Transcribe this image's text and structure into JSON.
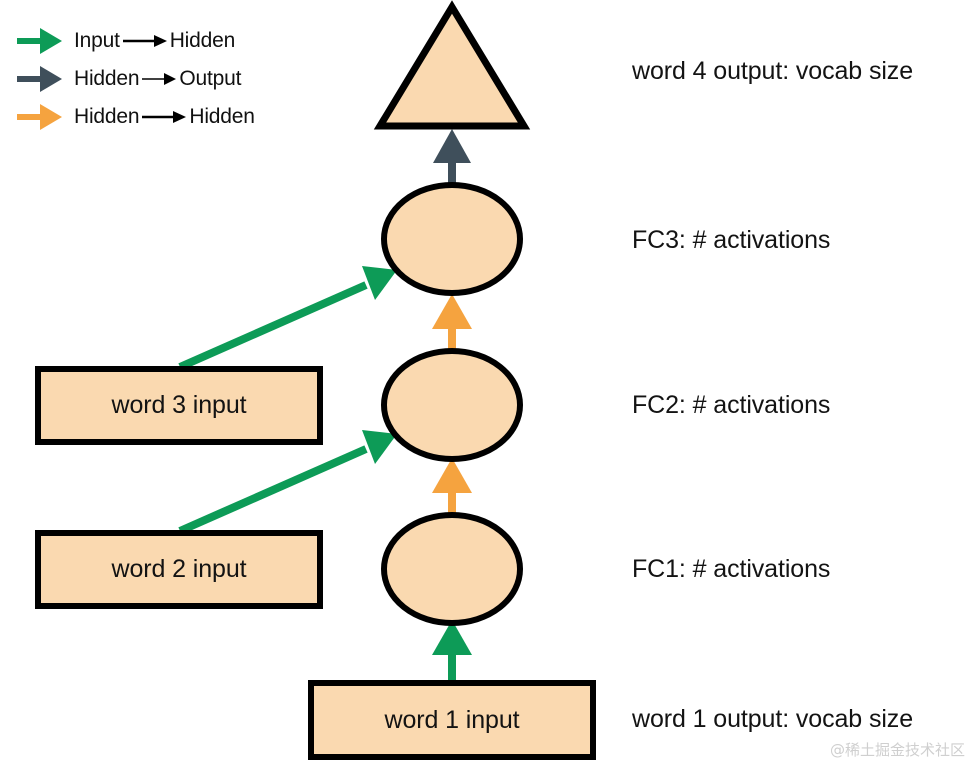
{
  "colors": {
    "input_to_hidden": "#0d9b57",
    "hidden_to_output": "#3f4f5b",
    "hidden_to_hidden": "#f5a33f",
    "node_fill": "#fad9b0",
    "node_stroke": "#000000",
    "text": "#131313",
    "background": "#ffffff",
    "watermark": "#cfcfcf"
  },
  "legend": {
    "items": [
      {
        "id": "input-to-hidden",
        "from": "Input",
        "to": "Hidden",
        "color_key": "input_to_hidden",
        "arrow_icon": "green-arrow-icon"
      },
      {
        "id": "hidden-to-output",
        "from": "Hidden",
        "to": "Output",
        "color_key": "hidden_to_output",
        "arrow_icon": "slate-arrow-icon"
      },
      {
        "id": "hidden-to-hidden",
        "from": "Hidden",
        "to": "Hidden",
        "color_key": "hidden_to_hidden",
        "arrow_icon": "orange-arrow-icon"
      }
    ]
  },
  "nodes": {
    "output_triangle": {
      "shape": "triangle",
      "label": "word 4 output: vocab size"
    },
    "fc3": {
      "shape": "ellipse",
      "label": "FC3: # activations"
    },
    "fc2": {
      "shape": "ellipse",
      "label": "FC2: # activations"
    },
    "fc1": {
      "shape": "ellipse",
      "label": "FC1: # activations"
    },
    "word3_input": {
      "shape": "rect",
      "label": "word 3 input"
    },
    "word2_input": {
      "shape": "rect",
      "label": "word 2 input"
    },
    "word1_input": {
      "shape": "rect",
      "label": "word 1 input"
    },
    "word1_output": {
      "shape": "label",
      "label": "word 1 output: vocab size"
    }
  },
  "edges": [
    {
      "id": "word1-to-fc1",
      "from": "word1_input",
      "to": "fc1",
      "type": "input_to_hidden"
    },
    {
      "id": "word2-to-fc2",
      "from": "word2_input",
      "to": "fc2",
      "type": "input_to_hidden"
    },
    {
      "id": "word3-to-fc3",
      "from": "word3_input",
      "to": "fc3",
      "type": "input_to_hidden"
    },
    {
      "id": "fc1-to-fc2",
      "from": "fc1",
      "to": "fc2",
      "type": "hidden_to_hidden"
    },
    {
      "id": "fc2-to-fc3",
      "from": "fc2",
      "to": "fc3",
      "type": "hidden_to_hidden"
    },
    {
      "id": "fc3-to-output",
      "from": "fc3",
      "to": "output_triangle",
      "type": "hidden_to_output"
    }
  ],
  "watermark": {
    "text": "@稀土掘金技术社区"
  }
}
